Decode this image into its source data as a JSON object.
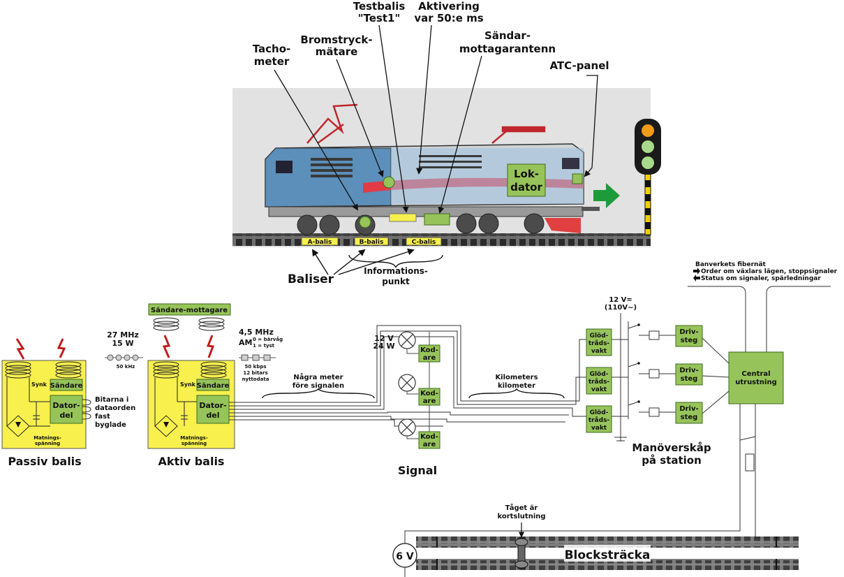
{
  "colors": {
    "box_green": "#97c45a",
    "box_green_stroke": "#3c6a1e",
    "balis_yellow": "#f3ef6a",
    "balis_box": "#f7f04d",
    "red_signal": "#e52421",
    "arrow_green": "#1d9b3a",
    "loco_blue": "#5c8fb9",
    "loco_stripe": "#e23b45"
  },
  "loco": {
    "labels": {
      "testbalis": [
        "Testbalis",
        "\"Test1\""
      ],
      "aktivering": [
        "Aktivering",
        "var 50:e ms"
      ],
      "bromstryck": [
        "Bromstryck-",
        "mätare"
      ],
      "sandarantenn": [
        "Sändar-",
        "mottagarantenn"
      ],
      "tacho": [
        "Tacho-",
        "meter"
      ],
      "atc": "ATC-panel",
      "lokdator": [
        "Lok-",
        "dator"
      ]
    },
    "balises": [
      "A-balis",
      "B-balis",
      "C-balis"
    ],
    "baliser": "Baliser",
    "informationspunkt": [
      "Informations-",
      "punkt"
    ]
  },
  "passive": {
    "title": "Passiv balis",
    "sandare": "Sändare",
    "synk": "Synk",
    "dator": [
      "Dator-",
      "del"
    ],
    "matning": [
      "Matnings-",
      "spänning"
    ],
    "bitarna": [
      "Bitarna i",
      "dataorden",
      "fast",
      "byglade"
    ]
  },
  "active": {
    "title": "Aktiv balis",
    "sandare_mottagare": "Sändare-mottagare",
    "sandare": "Sändare",
    "synk": "Synk",
    "dator": [
      "Dator-",
      "del"
    ],
    "matning": [
      "Matnings-",
      "spänning"
    ],
    "freq27": [
      "27 MHz",
      "15 W"
    ],
    "khz50": "50 kHz",
    "freq45": "4,5 MHz",
    "am": "AM",
    "am_values": [
      "0 = bärvåg",
      "1 = tyst"
    ],
    "kbps": [
      "50 kbps",
      "12 bitars",
      "nyttodata"
    ]
  },
  "signal": {
    "title": "Signal",
    "voltage": [
      "12 V",
      "24 W"
    ],
    "kodare": [
      "Kod-",
      "are"
    ],
    "nagra": [
      "Några meter",
      "före signalen"
    ],
    "kilometers": [
      "Kilometers",
      "kilometer"
    ]
  },
  "station": {
    "title": [
      "Manöverskåp",
      "på station"
    ],
    "voltage": [
      "12 V=",
      "(110V~)"
    ],
    "glod": [
      "Glöd-",
      "tråds-",
      "vakt"
    ],
    "driv": [
      "Driv-",
      "steg"
    ],
    "central": [
      "Central",
      "utrustning"
    ],
    "fibernat": "Banverkets fibernät",
    "order": "Order om växlars lägen, stoppsignaler",
    "status": "Status om signaler, spärledningar"
  },
  "block": {
    "title": "Blocksträcka",
    "voltage": "6 V",
    "kortslutning": [
      "Tåget är",
      "kortslutning"
    ]
  }
}
